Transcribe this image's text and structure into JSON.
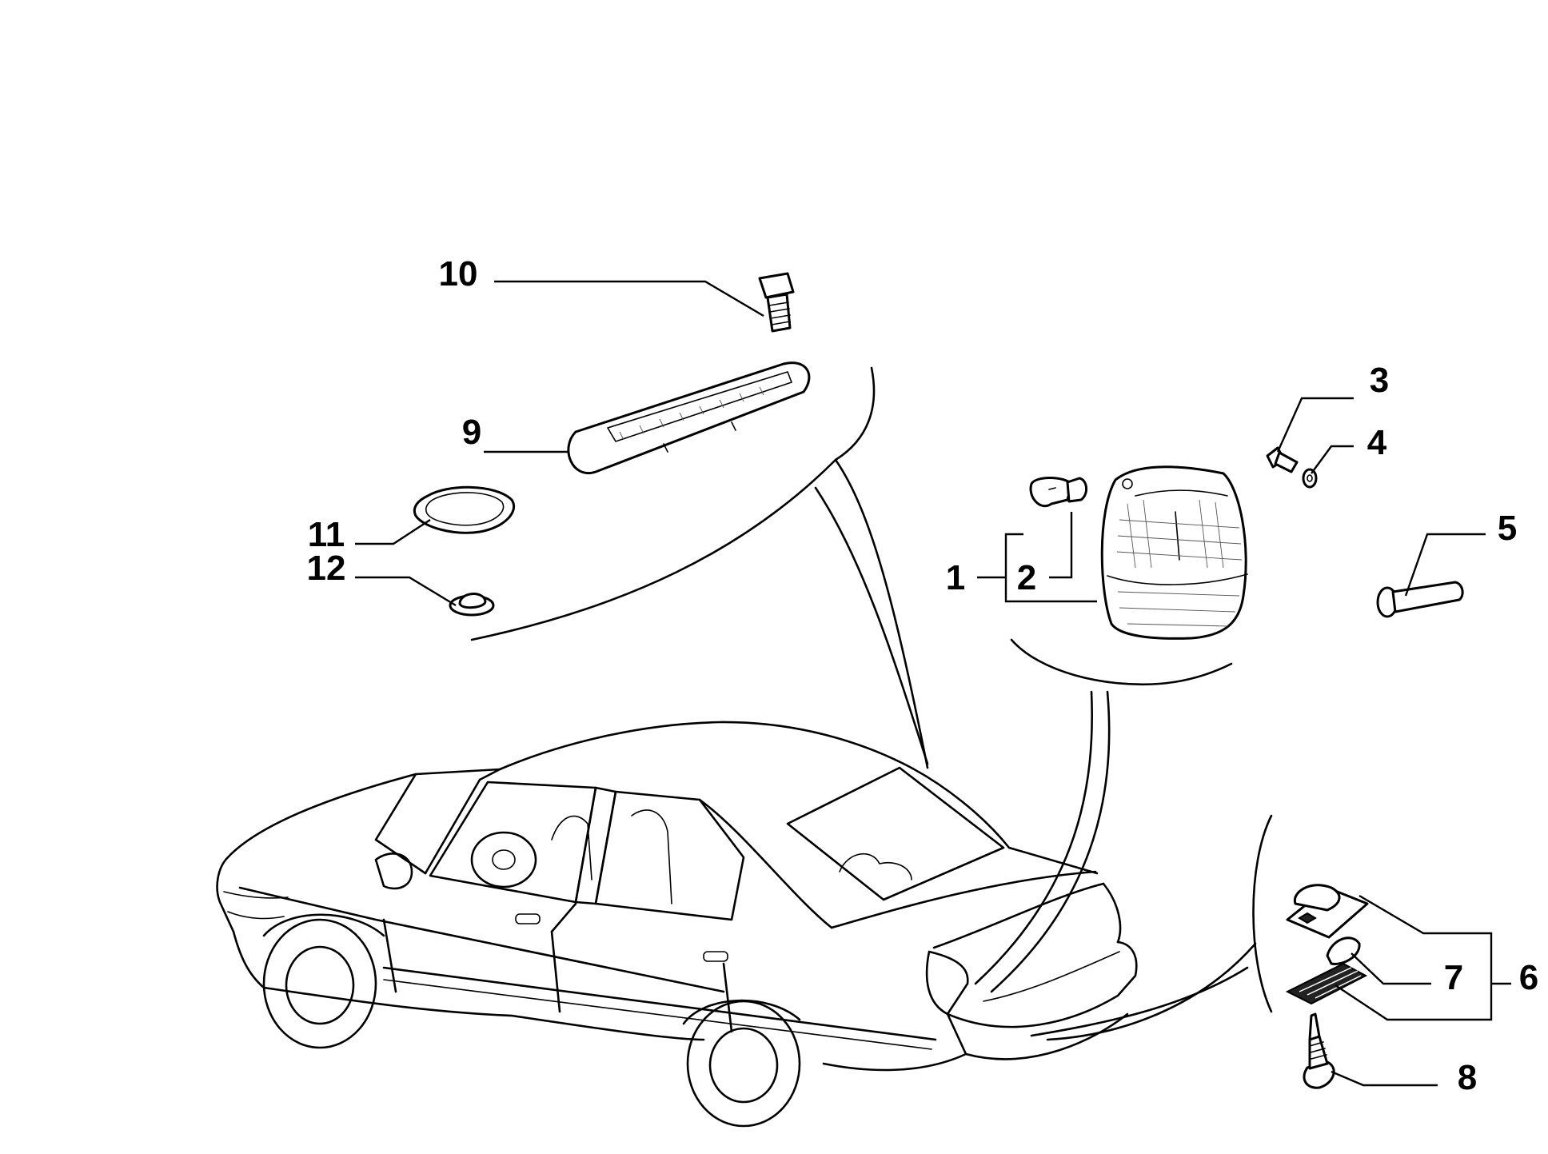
{
  "colors": {
    "ink": "#000000",
    "paper": "#ffffff"
  },
  "callouts": {
    "c1": "1",
    "c2": "2",
    "c3": "3",
    "c4": "4",
    "c5": "5",
    "c6": "6",
    "c7": "7",
    "c8": "8",
    "c9": "9",
    "c10": "10",
    "c11": "11",
    "c12": "12"
  }
}
